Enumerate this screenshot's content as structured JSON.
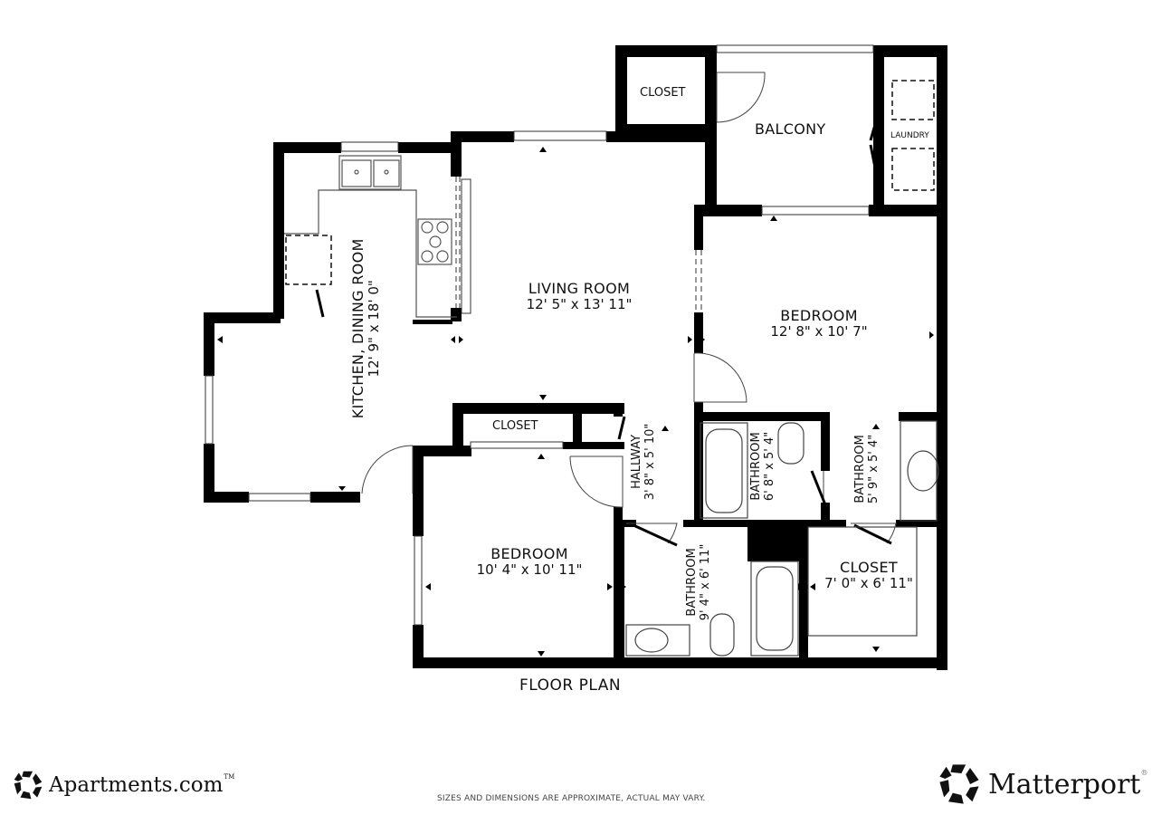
{
  "plan": {
    "title": "FLOOR PLAN",
    "disclaimer": "SIZES AND DIMENSIONS ARE APPROXIMATE, ACTUAL MAY VARY.",
    "colors": {
      "wall": "#000000",
      "fixture": "#555555",
      "background": "#ffffff"
    },
    "rooms": {
      "closet_top": {
        "name": "CLOSET"
      },
      "balcony": {
        "name": "BALCONY"
      },
      "laundry": {
        "name": "LAUNDRY"
      },
      "kitchen": {
        "name": "KITCHEN, DINING ROOM",
        "dims": "12' 9\" x 18' 0\""
      },
      "living": {
        "name": "LIVING ROOM",
        "dims": "12' 5\" x 13' 11\""
      },
      "bedroom_main": {
        "name": "BEDROOM",
        "dims": "12' 8\" x 10' 7\""
      },
      "closet_mid": {
        "name": "CLOSET"
      },
      "hallway": {
        "name": "HALLWAY",
        "dims": "3' 8\" x 5' 10\""
      },
      "bath1": {
        "name": "BATHROOM",
        "dims": "6' 8\" x 5' 4\""
      },
      "bath2": {
        "name": "BATHROOM",
        "dims": "5' 9\" x 5' 4\""
      },
      "bedroom_second": {
        "name": "BEDROOM",
        "dims": "10' 4\" x 10' 11\""
      },
      "bath3": {
        "name": "BATHROOM",
        "dims": "9' 4\" x 6' 11\""
      },
      "closet_walkin": {
        "name": "CLOSET",
        "dims": "7' 0\" x 6' 11\""
      }
    }
  },
  "logos": {
    "left": {
      "text": "Apartments.com",
      "mark": "TM",
      "icon": "apartments-star-icon"
    },
    "right": {
      "text": "Matterport",
      "mark": "®",
      "icon": "matterport-star-icon"
    }
  }
}
